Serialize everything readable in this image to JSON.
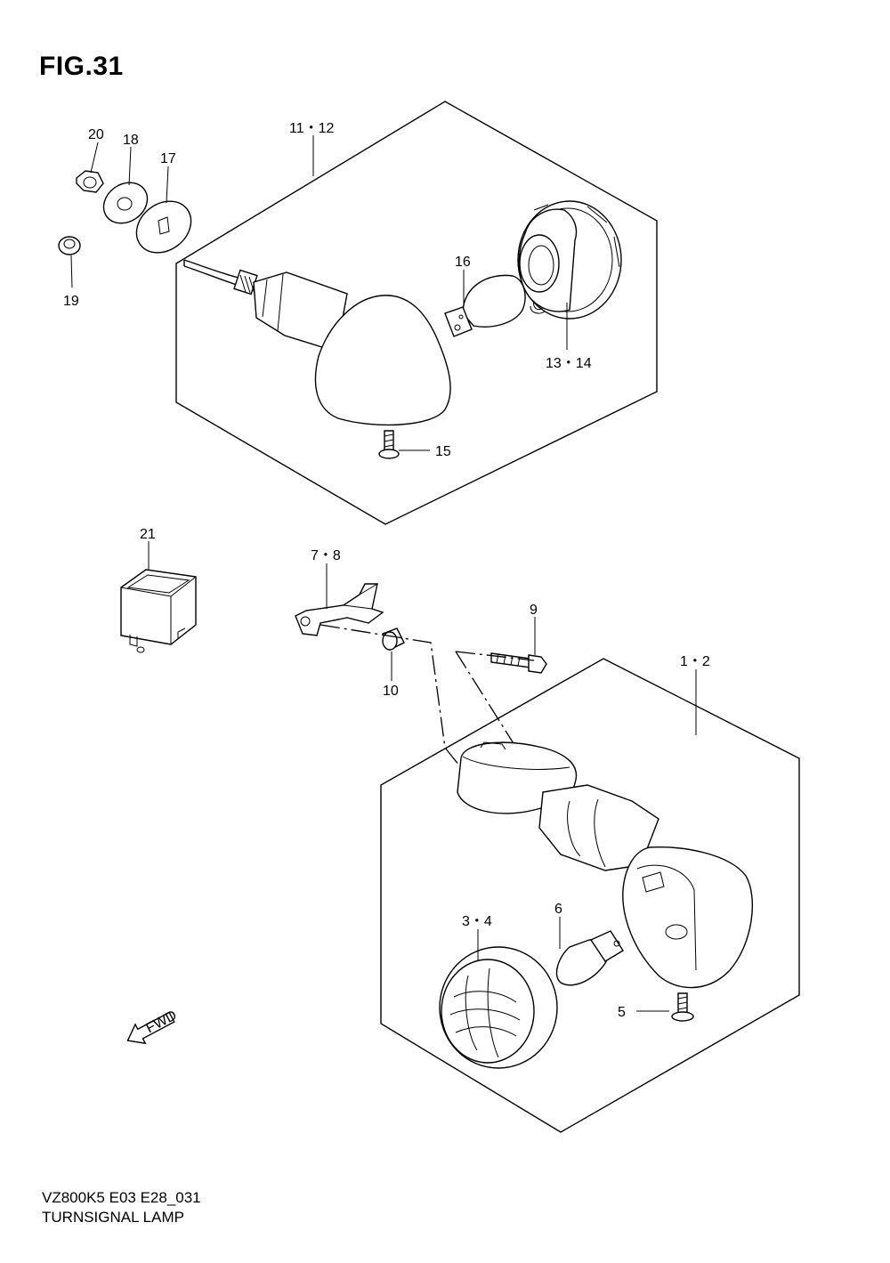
{
  "figure": {
    "title": "FIG.31"
  },
  "footer": {
    "code": "VZ800K5 E03 E28_031",
    "name": "TURNSIGNAL LAMP"
  },
  "callouts": [
    {
      "id": "c-20",
      "label": "20"
    },
    {
      "id": "c-18",
      "label": "18"
    },
    {
      "id": "c-17",
      "label": "17"
    },
    {
      "id": "c-19",
      "label": "19"
    },
    {
      "id": "c-11-12",
      "label": "11・12"
    },
    {
      "id": "c-16",
      "label": "16"
    },
    {
      "id": "c-13-14",
      "label": "13・14"
    },
    {
      "id": "c-15",
      "label": "15"
    },
    {
      "id": "c-21",
      "label": "21"
    },
    {
      "id": "c-7-8",
      "label": "7・8"
    },
    {
      "id": "c-9",
      "label": "9"
    },
    {
      "id": "c-10",
      "label": "10"
    },
    {
      "id": "c-1-2",
      "label": "1・2"
    },
    {
      "id": "c-3-4",
      "label": "3・4"
    },
    {
      "id": "c-6",
      "label": "6"
    },
    {
      "id": "c-5",
      "label": "5"
    }
  ],
  "fwd_arrow": {
    "label": "FWD",
    "icon": "fwd-arrow-icon"
  }
}
